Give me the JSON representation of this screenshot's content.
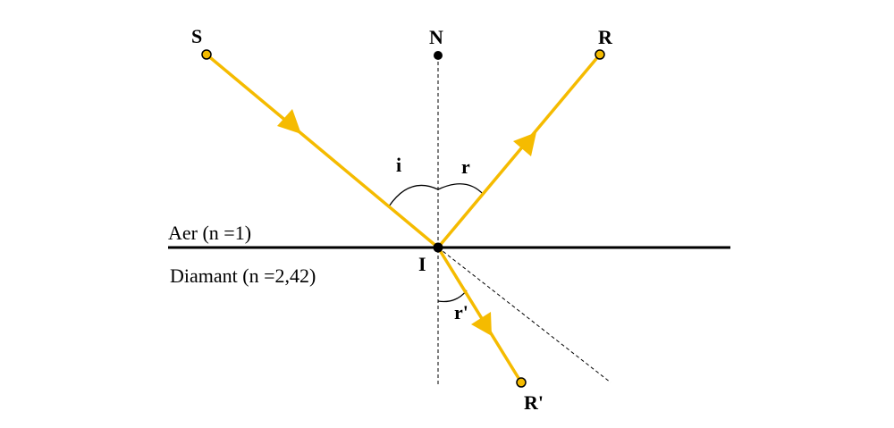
{
  "labels": {
    "source": "S",
    "normal": "N",
    "reflected": "R",
    "refracted": "R'",
    "incidence_point": "I",
    "angle_incidence": "i",
    "angle_reflection": "r",
    "angle_refraction": "r'"
  },
  "media": {
    "top": "Aer (n =1)",
    "bottom": "Diamant (n =2,42)"
  },
  "colors": {
    "ray": "#f5bb00",
    "line": "#000000"
  }
}
